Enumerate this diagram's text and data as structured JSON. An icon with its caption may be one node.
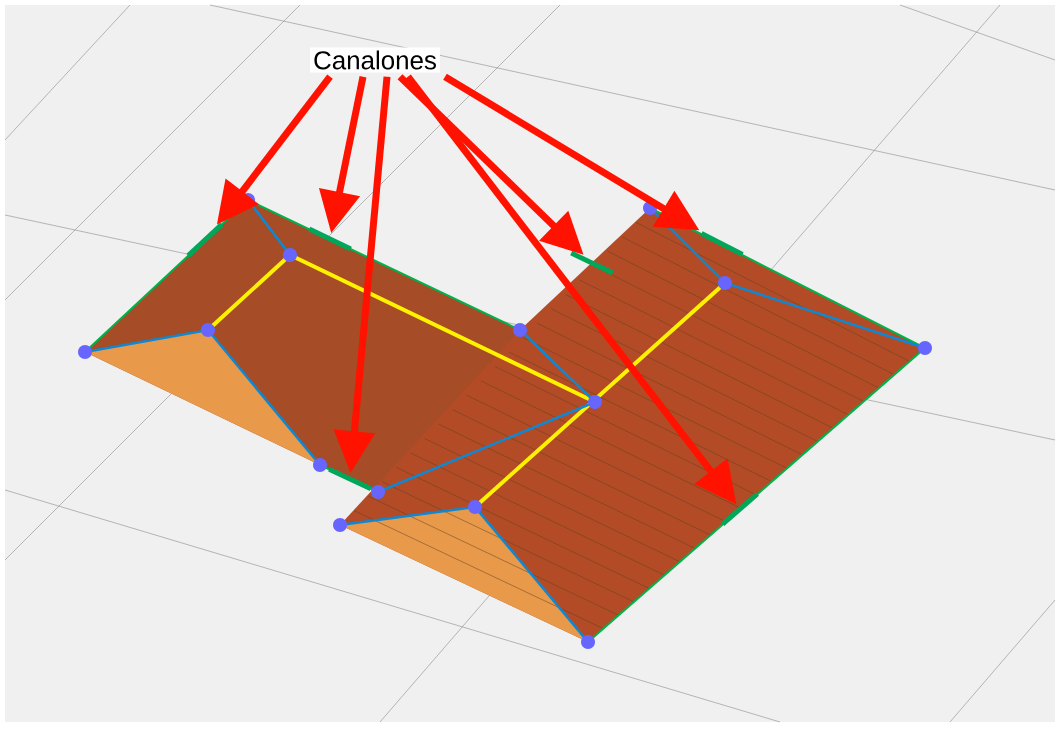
{
  "diagram": {
    "nodes": [
      {
        "text": [
          "Canalones"
        ]
      },
      {
        "text": [],
        "shape": "bar"
      },
      {
        "text": [],
        "shape": "bar"
      },
      {
        "text": [],
        "shape": "bar"
      },
      {
        "text": [],
        "shape": "bar"
      },
      {
        "text": [],
        "shape": "bar"
      },
      {
        "text": [],
        "shape": "bar"
      }
    ],
    "edges": [
      {
        "from": 0,
        "to": 1,
        "arrow": "to"
      },
      {
        "from": 0,
        "to": 2,
        "arrow": "to"
      },
      {
        "from": 0,
        "to": 3,
        "arrow": "to"
      },
      {
        "from": 0,
        "to": 4,
        "arrow": "to"
      },
      {
        "from": 0,
        "to": 5,
        "arrow": "to"
      },
      {
        "from": 0,
        "to": 6,
        "arrow": "to"
      }
    ]
  }
}
